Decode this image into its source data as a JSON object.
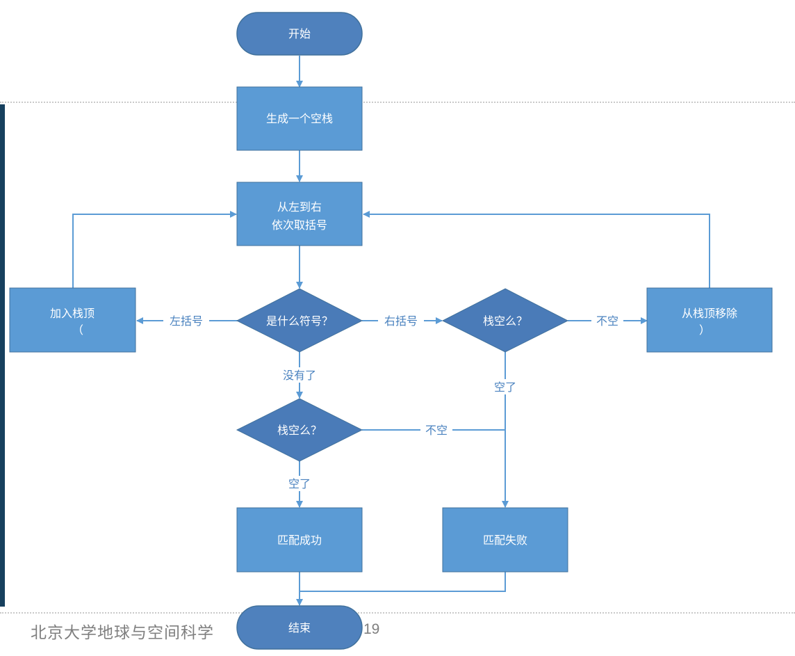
{
  "footer": {
    "institution": "北京大学地球与空间科学",
    "page_number": "19"
  },
  "nodes": {
    "start": "开始",
    "create_stack": "生成一个空栈",
    "read_line1": "从左到右",
    "read_line2": "依次取括号",
    "which_symbol": "是什么符号？",
    "push_line1": "加入栈顶",
    "push_line2": "（",
    "stack_empty_right": "栈空么？",
    "pop_line1": "从栈顶移除",
    "pop_line2": "）",
    "stack_empty_bottom": "栈空么？",
    "match_success": "匹配成功",
    "match_fail": "匹配失败",
    "end": "结束"
  },
  "edges": {
    "left_paren": "左括号",
    "right_paren": "右括号",
    "not_empty_right": "不空",
    "empty_right": "空了",
    "no_more": "没有了",
    "not_empty_bottom": "不空",
    "empty_bottom": "空了"
  },
  "colors": {
    "box_fill": "#5b9bd5",
    "terminator_fill": "#4f81bd",
    "diamond_fill": "#4a7bb8",
    "connector": "#5b9bd5",
    "edge_label": "#4a82bf",
    "side_bar": "#17405e",
    "footer_text": "#7f7f7f"
  }
}
